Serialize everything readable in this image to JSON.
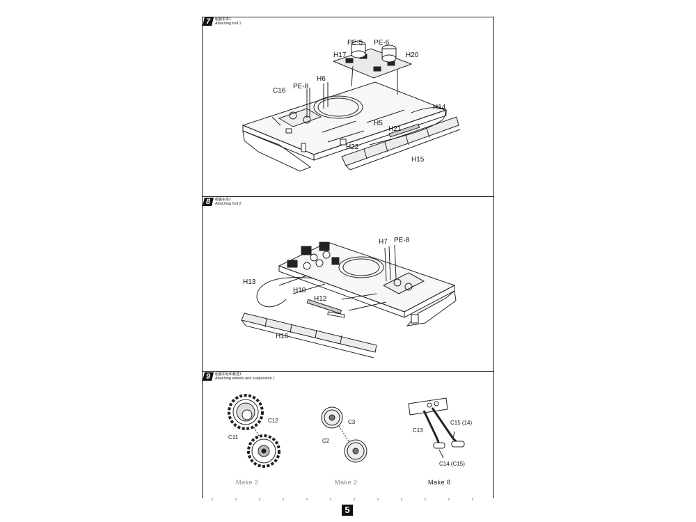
{
  "page_number": "5",
  "steps": [
    {
      "number": "7",
      "title_cn": "组装车体1",
      "title_en": "Attaching hull 1",
      "labels": {
        "pe5": "PE-5",
        "pe6": "PE-6",
        "h17": "H17",
        "h20": "H20",
        "h6": "H6",
        "pe8": "PE-8",
        "c16": "C16",
        "h14": "H14",
        "h5": "H5",
        "h21": "H21",
        "h22": "H22",
        "h15": "H15"
      }
    },
    {
      "number": "8",
      "title_cn": "组装车体2",
      "title_en": "Attaching hull 2",
      "labels": {
        "h7": "H7",
        "pe8": "PE-8",
        "h13": "H13",
        "h10": "H10",
        "h12": "H12",
        "h16": "H16"
      }
    },
    {
      "number": "9",
      "title_cn": "组装车轮和悬挂1",
      "title_en": "Attaching wheels and suspension 1",
      "labels": {
        "c11": "C11",
        "c12": "C12",
        "c2": "C2",
        "c3": "C3",
        "c13": "C13",
        "c15": "C15 (14)",
        "c14": "C14 (C15)"
      },
      "make_labels": [
        "Make 2",
        "Make 2",
        "Make 8"
      ]
    }
  ]
}
